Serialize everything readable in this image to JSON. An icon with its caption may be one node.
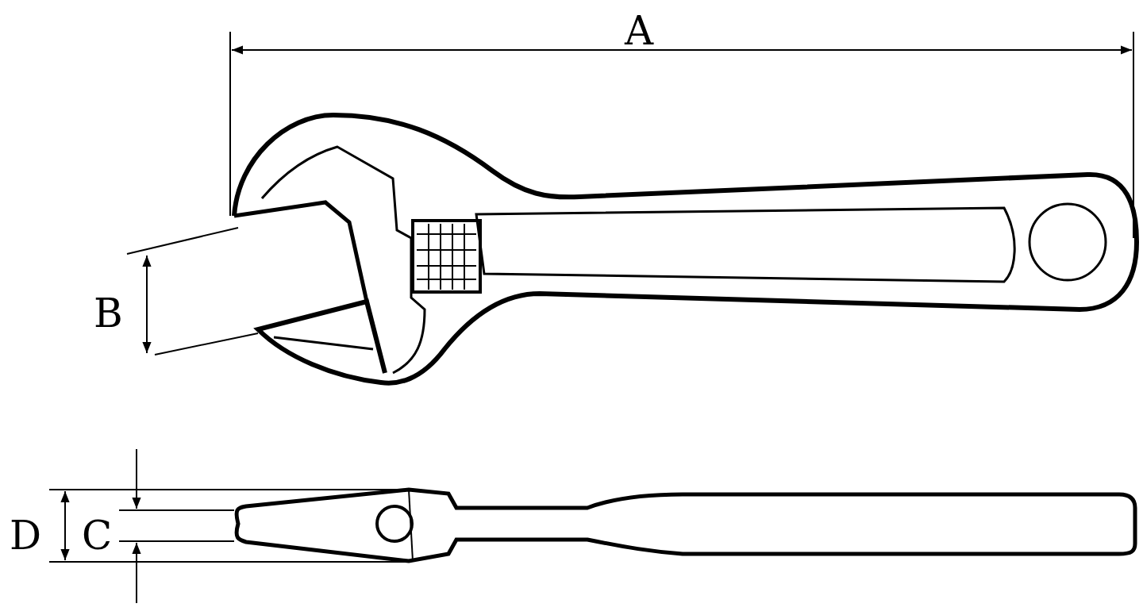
{
  "diagram": {
    "labels": [
      "A",
      "B",
      "D",
      "C"
    ]
  }
}
